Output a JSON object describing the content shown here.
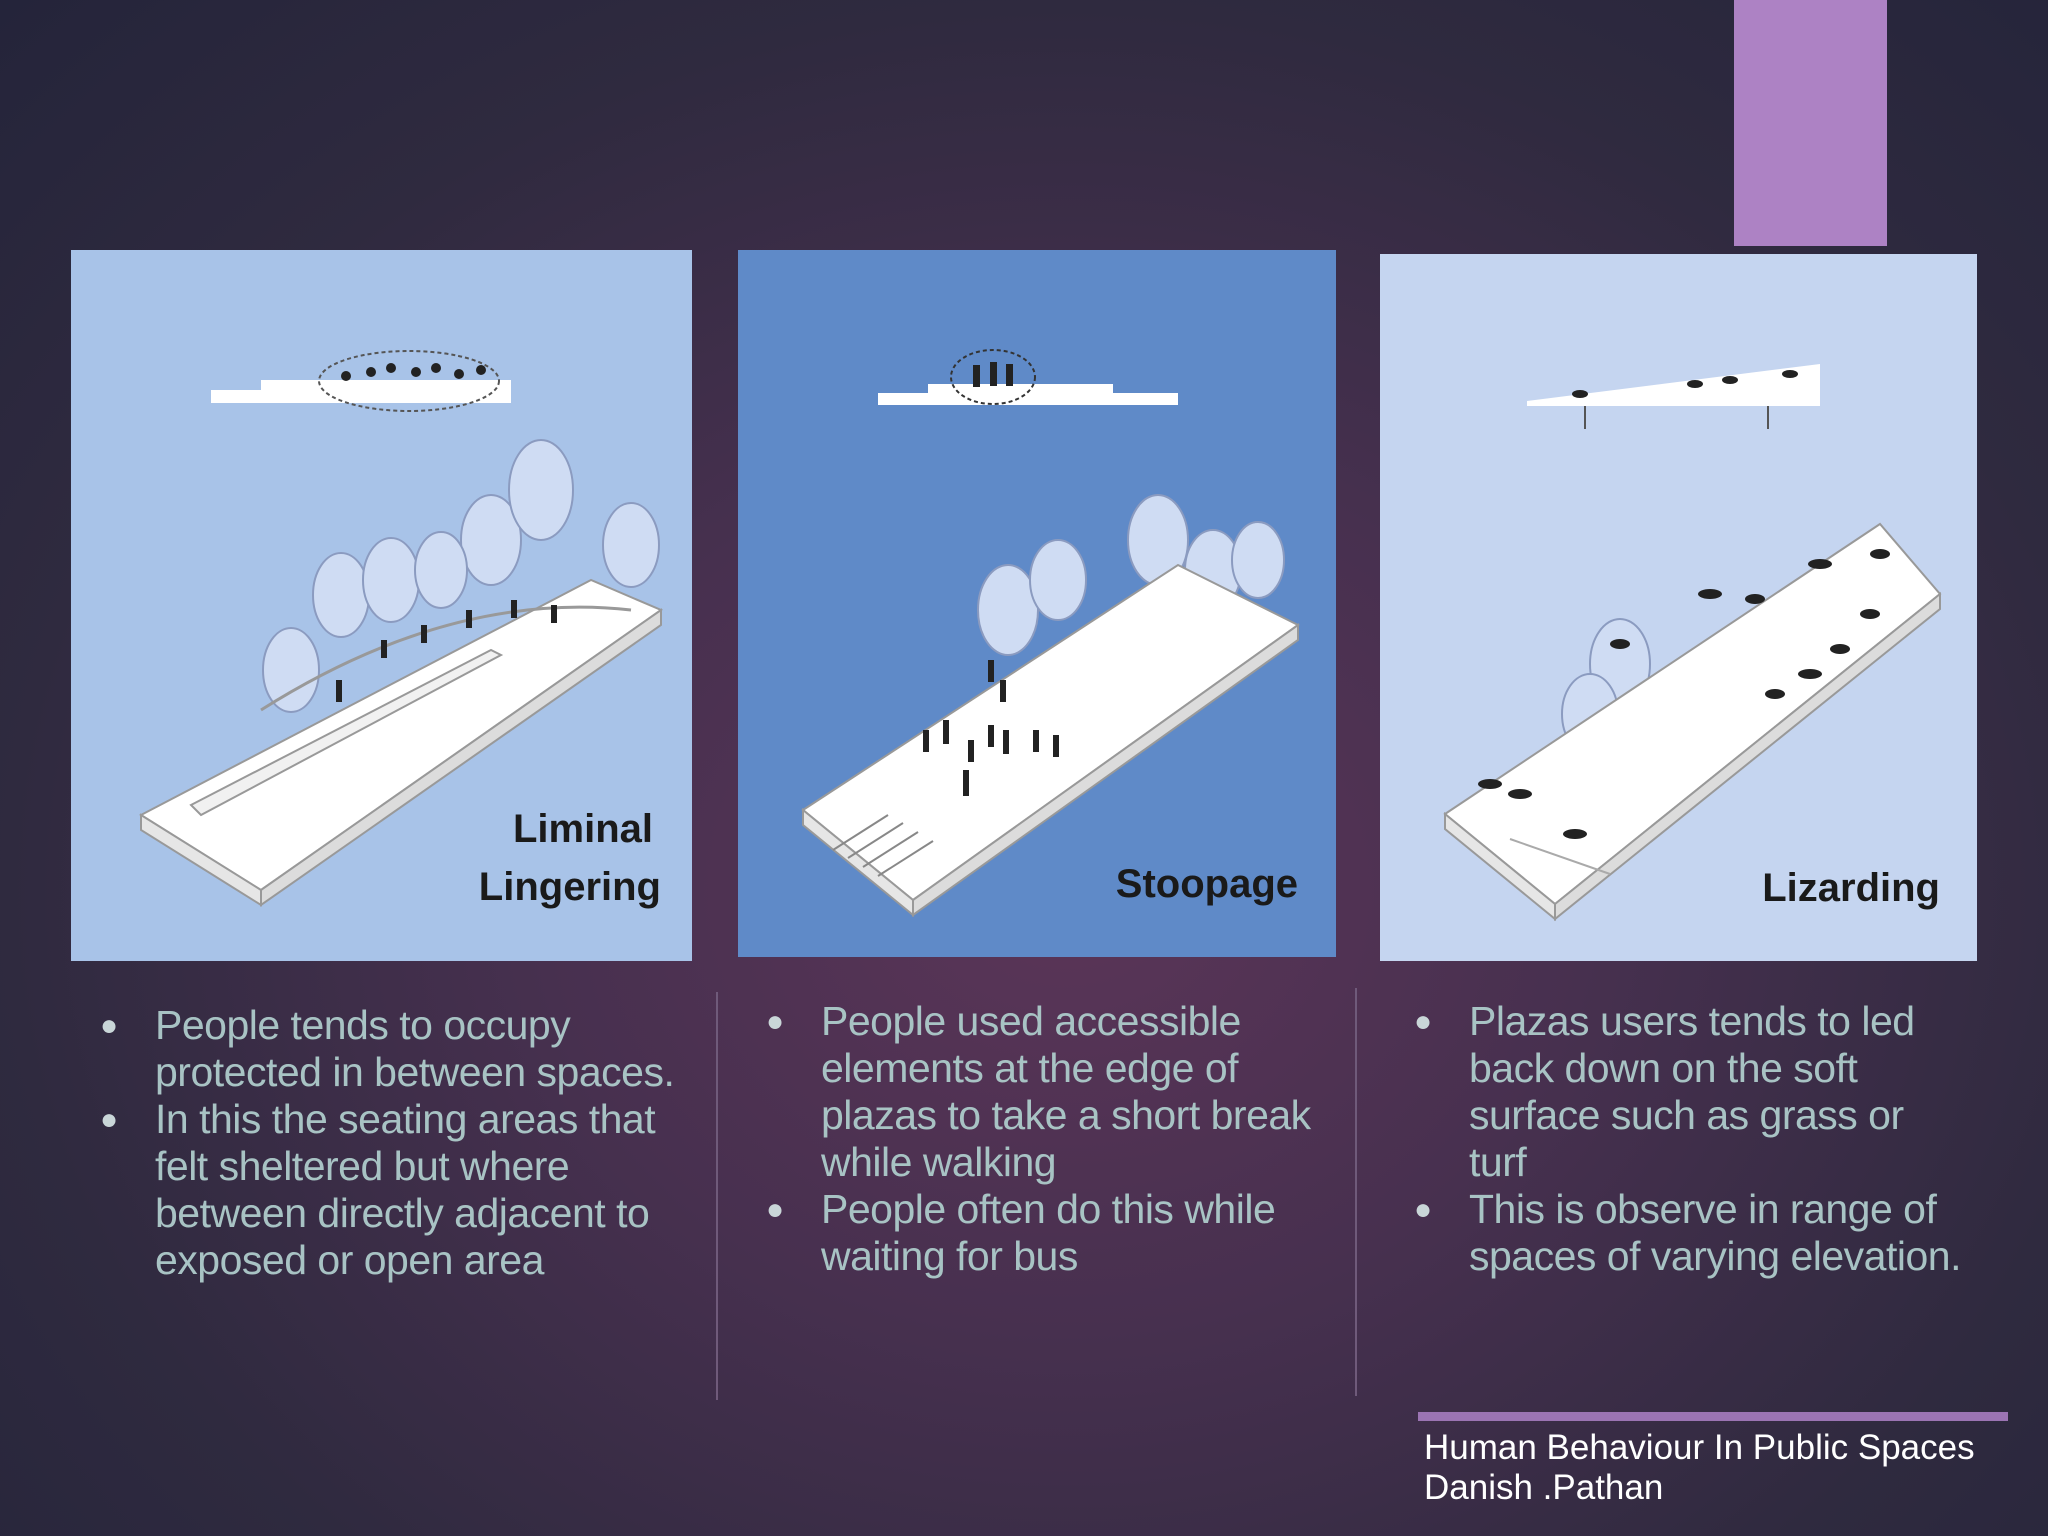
{
  "slide": {
    "panels": [
      {
        "label_line1": "Liminal",
        "label_line2": "Lingering",
        "bg": "#a8c3e8"
      },
      {
        "label_line1": "Stoopage",
        "bg": "#5f8ac8"
      },
      {
        "label_line1": "Lizarding",
        "bg": "#c5d5f0"
      }
    ],
    "columns": [
      {
        "bullets": [
          "People tends to occupy protected in between spaces.",
          "In this the seating areas that felt sheltered but where between directly adjacent to exposed or open area"
        ]
      },
      {
        "bullets": [
          "People used accessible elements at the edge of plazas to take a short break while walking",
          "People often do this while waiting for bus"
        ]
      },
      {
        "bullets": [
          "Plazas users tends to led back down on the soft surface such as grass or turf",
          "This is observe in range of spaces of varying elevation."
        ]
      }
    ],
    "footer": {
      "line1": "Human Behaviour In Public Spaces",
      "line2": "Danish .Pathan"
    },
    "colors": {
      "accent": "#ad82c4",
      "text": "#a8c3c4"
    }
  }
}
